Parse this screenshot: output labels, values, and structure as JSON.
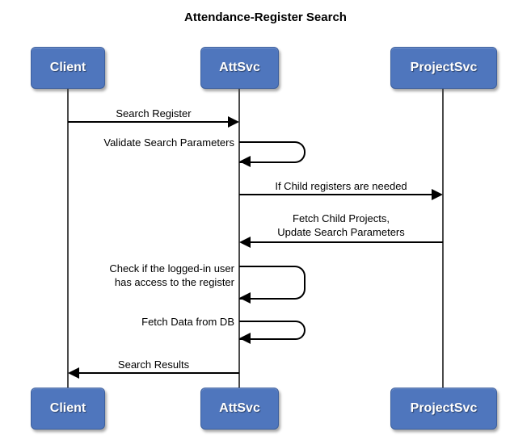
{
  "title": "Attendance-Register Search",
  "diagram_type": "uml-sequence",
  "actors": [
    {
      "label": "Client"
    },
    {
      "label": "AttSvc"
    },
    {
      "label": "ProjectSvc"
    }
  ],
  "messages": [
    {
      "from": "Client",
      "to": "AttSvc",
      "kind": "arrow",
      "direction": "right",
      "label": "Search Register"
    },
    {
      "from": "AttSvc",
      "to": "AttSvc",
      "kind": "self",
      "direction": "self",
      "label": "Validate Search Parameters"
    },
    {
      "from": "AttSvc",
      "to": "ProjectSvc",
      "kind": "arrow",
      "direction": "right",
      "label": "If Child registers are needed"
    },
    {
      "from": "ProjectSvc",
      "to": "AttSvc",
      "kind": "arrow",
      "direction": "left",
      "label": "Fetch Child Projects,\nUpdate Search Parameters"
    },
    {
      "from": "AttSvc",
      "to": "AttSvc",
      "kind": "self",
      "direction": "self",
      "label": "Check if the logged-in user\nhas access to the register"
    },
    {
      "from": "AttSvc",
      "to": "AttSvc",
      "kind": "self",
      "direction": "self",
      "label": "Fetch Data from DB"
    },
    {
      "from": "AttSvc",
      "to": "Client",
      "kind": "arrow",
      "direction": "left",
      "label": "Search Results"
    }
  ],
  "colors": {
    "background": "#ffffff",
    "actor_fill": "#4f76bd",
    "actor_border": "#3c5f9e",
    "actor_text": "#ffffff",
    "lifeline": "#4a4a4a",
    "arrow": "#000000",
    "label_text": "#000000"
  }
}
